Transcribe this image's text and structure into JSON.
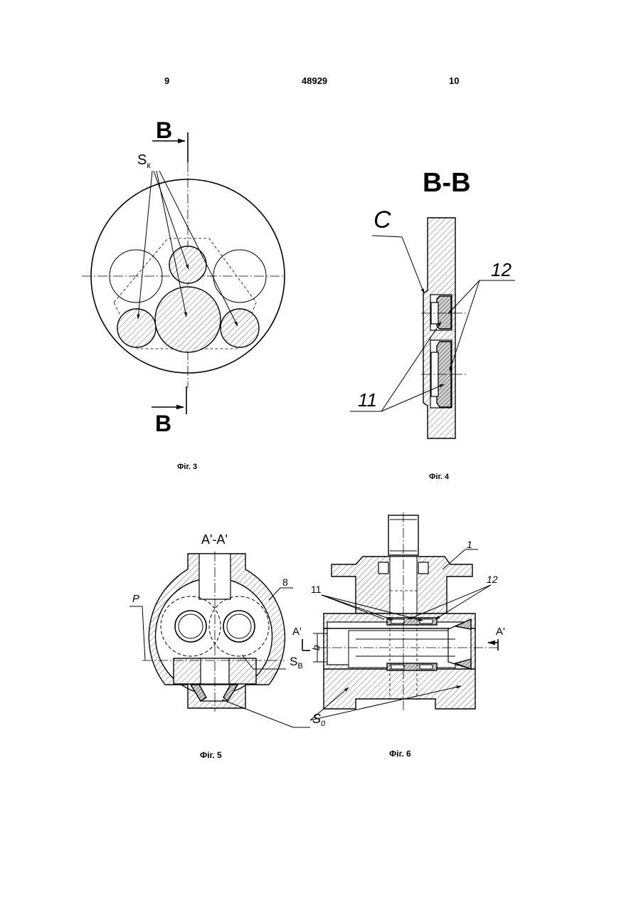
{
  "header": {
    "page_left": "9",
    "patent_number": "48929",
    "page_right": "10"
  },
  "fig3": {
    "caption": "Фіг. 3",
    "section_mark_top": "В",
    "section_mark_bottom": "В",
    "label_sk_main": "S",
    "label_sk_sub": "к"
  },
  "fig4": {
    "caption": "Фіг. 4",
    "section_title": "В-В",
    "label_c": "С",
    "label_12": "12",
    "label_11": "11"
  },
  "fig5": {
    "caption": "Фіг. 5",
    "section_title": "A'-A'",
    "label_8": "8",
    "label_p": "P",
    "label_sb_main": "S",
    "label_sb_sub": "В",
    "label_s0_main": "S",
    "label_s0_sub": "0"
  },
  "fig6": {
    "caption": "Фіг. 6",
    "label_1": "1",
    "label_11": "11",
    "label_12": "12",
    "label_a_left": "A'",
    "label_a_right": "A'",
    "label_b": "b"
  }
}
